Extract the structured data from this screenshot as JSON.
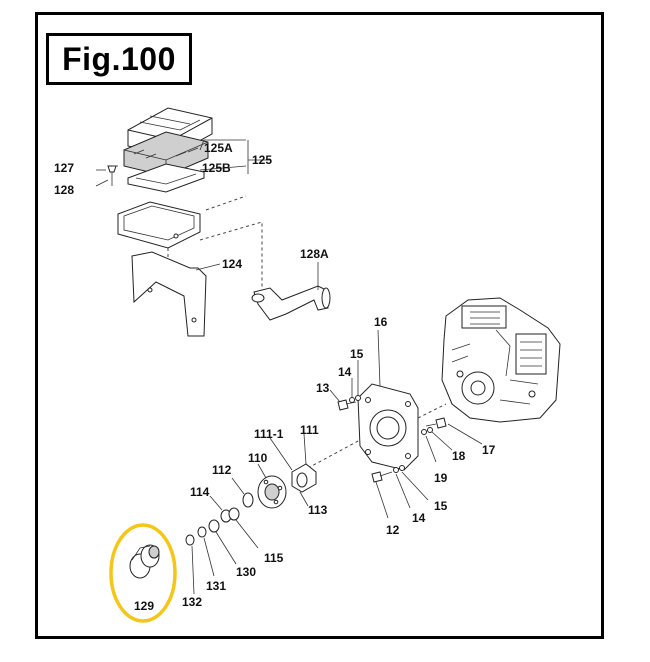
{
  "figure": {
    "title": "Fig.100"
  },
  "highlight": {
    "part": "129",
    "color": "#F5C518"
  },
  "parts": {
    "p125A": "125A",
    "p125B": "125B",
    "p125": "125",
    "p127": "127",
    "p128": "128",
    "p124": "124",
    "p128A": "128A",
    "p16": "16",
    "p15a": "15",
    "p14a": "14",
    "p13": "13",
    "p17": "17",
    "p18": "18",
    "p19": "19",
    "p111_1": "111-1",
    "p111": "111",
    "p110": "110",
    "p112": "112",
    "p113": "113",
    "p114": "114",
    "p115": "115",
    "p15b": "15",
    "p14b": "14",
    "p12": "12",
    "p130": "130",
    "p131": "131",
    "p132": "132",
    "p129": "129"
  }
}
